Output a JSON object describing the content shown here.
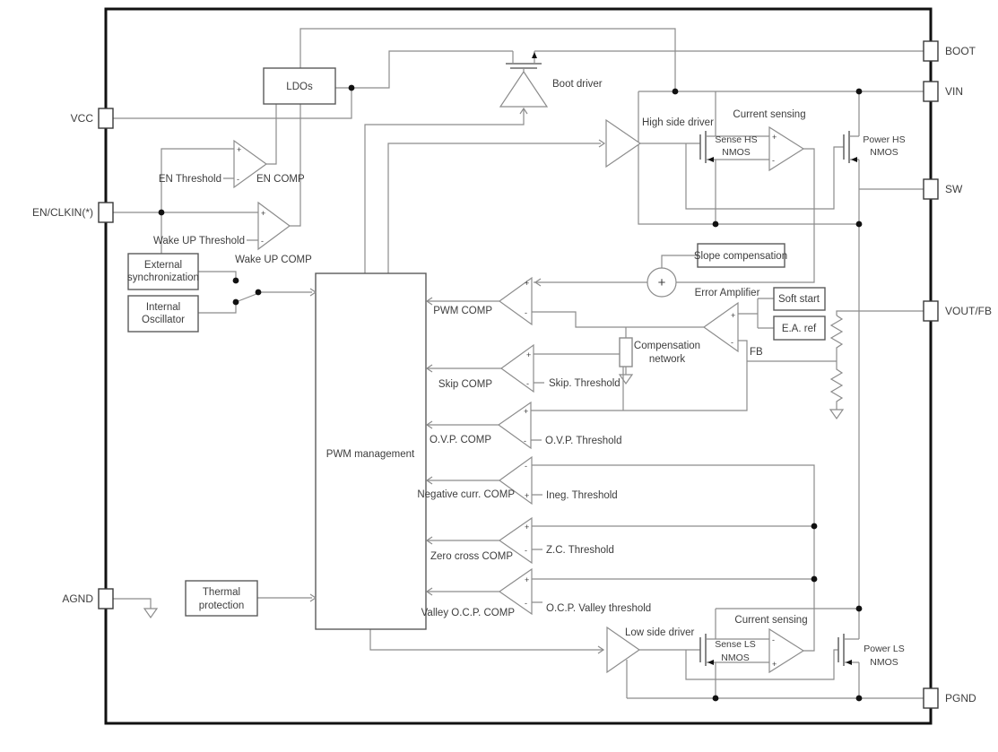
{
  "colors": {
    "wire": "#8c8c8c",
    "border": "#111111",
    "box": "#5a5a5a",
    "text": "#3d3d3d",
    "dot": "#111111",
    "bg": "#ffffff"
  },
  "pins": {
    "vcc": "VCC",
    "en_clkin": "EN/CLKIN(*)",
    "agnd": "AGND",
    "boot": "BOOT",
    "vin": "VIN",
    "sw": "SW",
    "vout_fb": "VOUT/FB",
    "pgnd": "PGND"
  },
  "blocks": {
    "ldos": "LDOs",
    "ext_sync_1": "External",
    "ext_sync_2": "synchronization",
    "int_osc_1": "Internal",
    "int_osc_2": "Oscillator",
    "pwm_mgmt": "PWM management",
    "thermal_1": "Thermal",
    "thermal_2": "protection",
    "slope_comp": "Slope compensation",
    "soft_start": "Soft start",
    "ea_ref": "E.A. ref"
  },
  "comparators": {
    "en_threshold": "EN Threshold",
    "en_comp": "EN COMP",
    "wake_threshold": "Wake UP Threshold",
    "wake_comp": "Wake UP COMP",
    "pwm_comp": "PWM COMP",
    "skip_comp": "Skip COMP",
    "skip_threshold": "Skip. Threshold",
    "ovp_comp": "O.V.P. COMP",
    "ovp_threshold": "O.V.P. Threshold",
    "neg_curr_comp": "Negative curr. COMP",
    "ineg_threshold": "Ineg. Threshold",
    "zero_cross_comp": "Zero cross COMP",
    "zc_threshold": "Z.C. Threshold",
    "valley_ocp_comp": "Valley O.C.P. COMP",
    "ocp_valley_threshold": "O.C.P. Valley threshold"
  },
  "power_stage": {
    "boot_driver": "Boot driver",
    "hs_driver": "High side driver",
    "ls_driver": "Low side driver",
    "hs_current_sensing": "Current sensing",
    "ls_current_sensing": "Current sensing",
    "sense_hs_1": "Sense HS",
    "sense_hs_2": "NMOS",
    "power_hs_1": "Power HS",
    "power_hs_2": "NMOS",
    "sense_ls_1": "Sense LS",
    "sense_ls_2": "NMOS",
    "power_ls_1": "Power LS",
    "power_ls_2": "NMOS"
  },
  "analog": {
    "error_amp": "Error Amplifier",
    "fb": "FB",
    "comp_net_1": "Compensation",
    "comp_net_2": "network"
  },
  "symbols": {
    "plus": "+",
    "minus": "-",
    "sum": "+"
  }
}
